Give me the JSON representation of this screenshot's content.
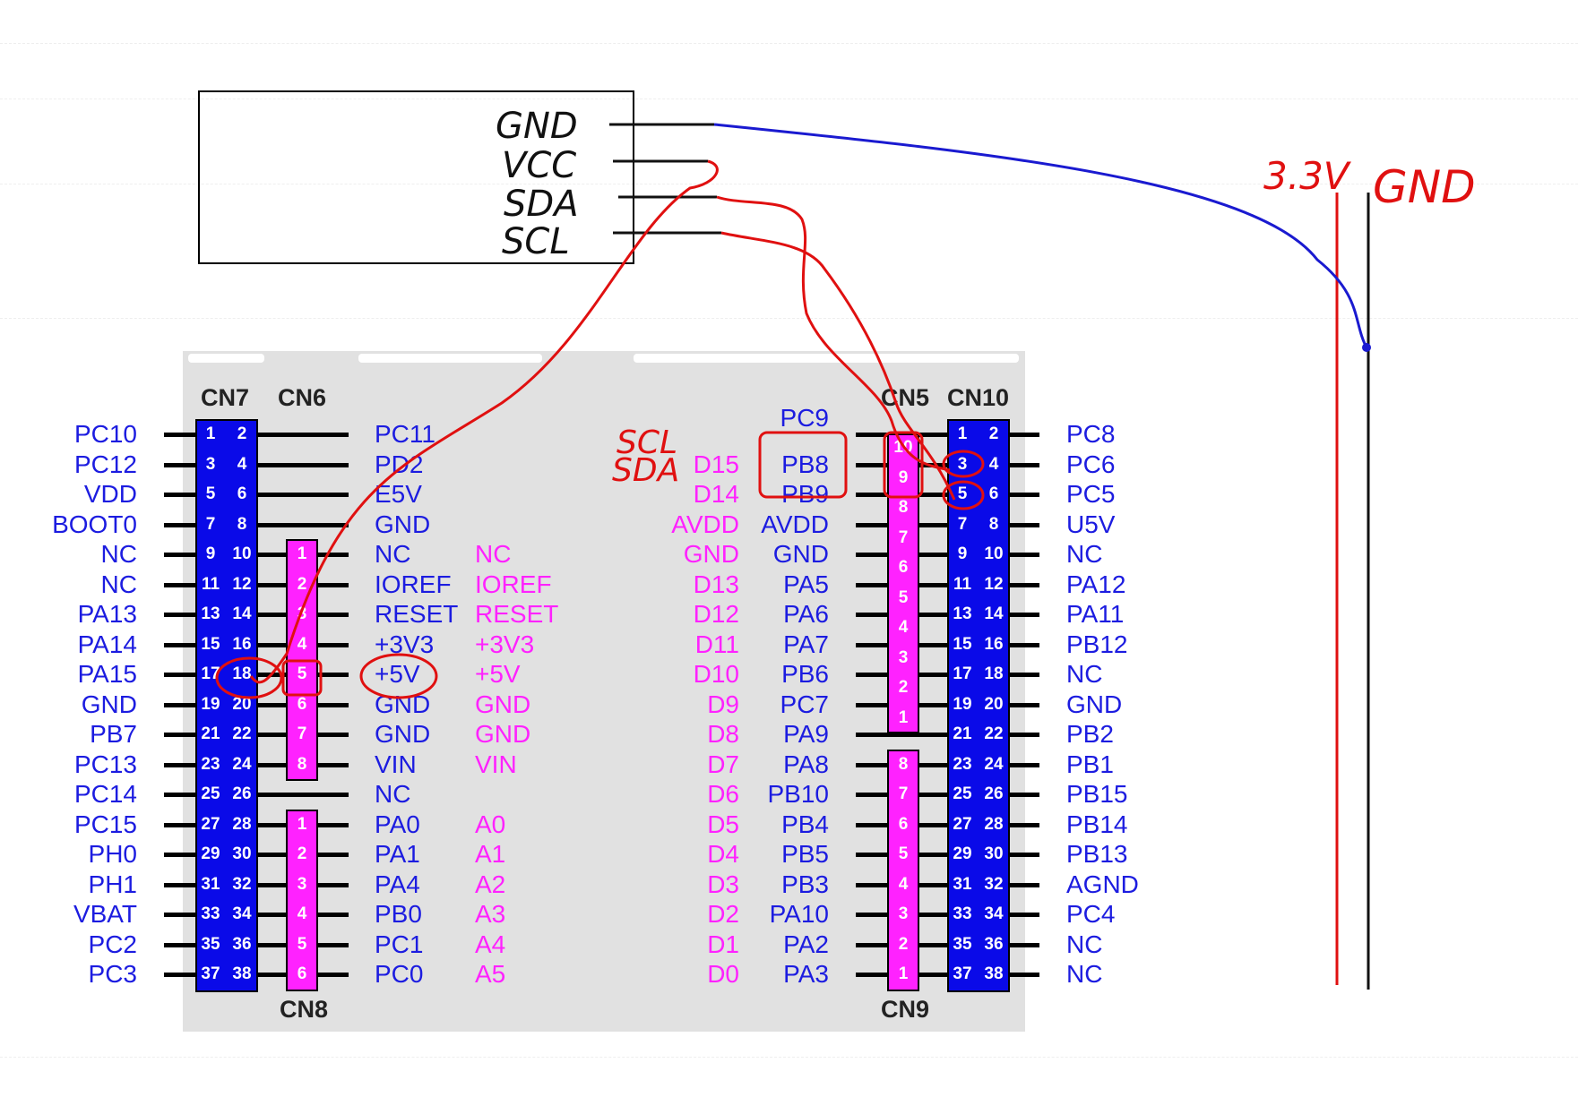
{
  "module": {
    "pins": [
      "GND",
      "VCC",
      "SDA",
      "SCL"
    ]
  },
  "annotations": {
    "rail_33v": "3.3V",
    "rail_gnd": "GND",
    "d15_note": "SCL",
    "d14_note": "SDA"
  },
  "headers": {
    "cn7": "CN7",
    "cn6": "CN6",
    "cn8": "CN8",
    "cn5": "CN5",
    "cn10": "CN10",
    "cn9": "CN9"
  },
  "left_outer_labels": [
    "PC10",
    "PC12",
    "VDD",
    "BOOT0",
    "NC",
    "NC",
    "PA13",
    "PA14",
    "PA15",
    "GND",
    "PB7",
    "PC13",
    "PC14",
    "PC15",
    "PH0",
    "PH1",
    "VBAT",
    "PC2",
    "PC3"
  ],
  "left_inner_labels": [
    "PC11",
    "PD2",
    "E5V",
    "GND",
    "NC",
    "IOREF",
    "RESET",
    "+3V3",
    "+5V",
    "GND",
    "GND",
    "VIN",
    "NC",
    "PA0",
    "PA1",
    "PA4",
    "PB0",
    "PC1",
    "PC0"
  ],
  "left_arduino_labels": [
    "",
    "",
    "",
    "",
    "NC",
    "IOREF",
    "RESET",
    "+3V3",
    "+5V",
    "GND",
    "GND",
    "VIN",
    "",
    "A0",
    "A1",
    "A2",
    "A3",
    "A4",
    "A5"
  ],
  "right_arduino_labels": [
    "",
    "D15",
    "D14",
    "AVDD",
    "GND",
    "D13",
    "D12",
    "D11",
    "D10",
    "D9",
    "D8",
    "D7",
    "D6",
    "D5",
    "D4",
    "D3",
    "D2",
    "D1",
    "D0"
  ],
  "right_inner_labels": [
    "PC9",
    "PB8",
    "PB9",
    "AVDD",
    "GND",
    "PA5",
    "PA6",
    "PA7",
    "PB6",
    "PC7",
    "PA9",
    "PA8",
    "PB10",
    "PB4",
    "PB5",
    "PB3",
    "PA10",
    "PA2",
    "PA3"
  ],
  "right_outer_labels": [
    "PC8",
    "PC6",
    "PC5",
    "U5V",
    "NC",
    "PA12",
    "PA11",
    "PB12",
    "NC",
    "GND",
    "PB2",
    "PB1",
    "PB15",
    "PB14",
    "PB13",
    "AGND",
    "PC4",
    "NC",
    "NC"
  ],
  "cn7_numbers": [
    "1",
    "2",
    "3",
    "4",
    "5",
    "6",
    "7",
    "8",
    "9",
    "10",
    "11",
    "12",
    "13",
    "14",
    "15",
    "16",
    "17",
    "18",
    "19",
    "20",
    "21",
    "22",
    "23",
    "24",
    "25",
    "26",
    "27",
    "28",
    "29",
    "30",
    "31",
    "32",
    "33",
    "34",
    "35",
    "36",
    "37",
    "38"
  ],
  "cn10_numbers": [
    "1",
    "2",
    "3",
    "4",
    "5",
    "6",
    "7",
    "8",
    "9",
    "10",
    "11",
    "12",
    "13",
    "14",
    "15",
    "16",
    "17",
    "18",
    "19",
    "20",
    "21",
    "22",
    "23",
    "24",
    "25",
    "26",
    "27",
    "28",
    "29",
    "30",
    "31",
    "32",
    "33",
    "34",
    "35",
    "36",
    "37",
    "38"
  ],
  "cn6_numbers": [
    "1",
    "2",
    "3",
    "4",
    "5",
    "6",
    "7",
    "8"
  ],
  "cn8_numbers": [
    "1",
    "2",
    "3",
    "4",
    "5",
    "6"
  ],
  "cn5_numbers": [
    "10",
    "9",
    "8",
    "7",
    "6",
    "5",
    "4",
    "3",
    "2",
    "1"
  ],
  "cn9_numbers": [
    "8",
    "7",
    "6",
    "5",
    "4",
    "3",
    "2",
    "1"
  ],
  "colors": {
    "morpho_blue": "#0a0ae8",
    "arduino_pink": "#ff22ff",
    "label_blue": "#1c1ce0",
    "ink_red": "#e01010",
    "ink_blue": "#1a1ad0"
  }
}
